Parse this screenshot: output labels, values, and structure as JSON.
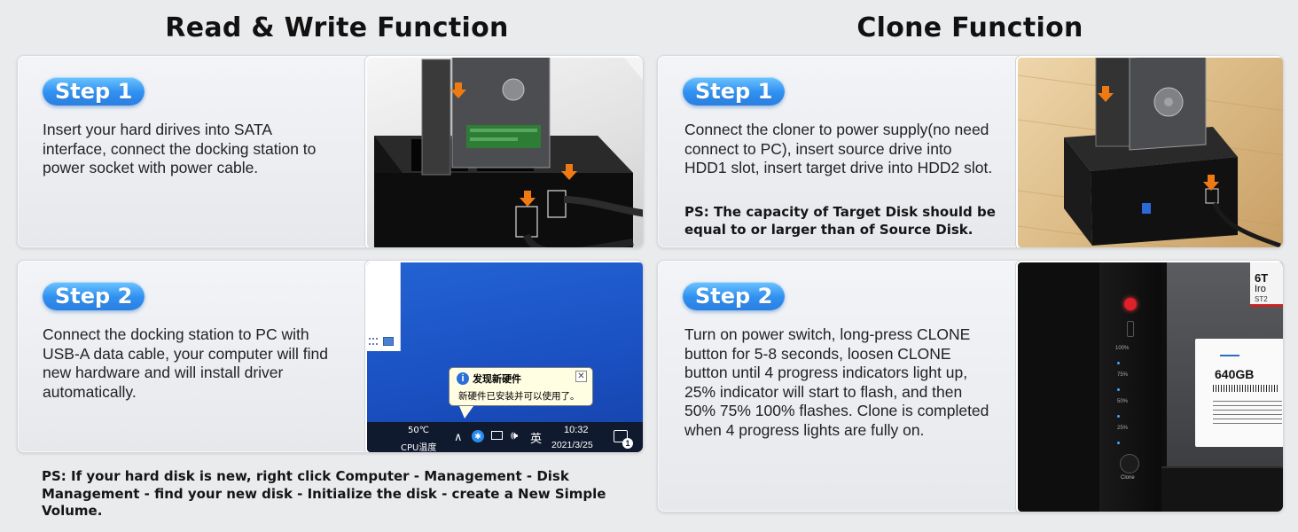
{
  "read_write": {
    "title": "Read & Write Function",
    "step1": {
      "label": "Step 1",
      "text": "Insert your hard dirives into SATA interface, connect the docking station to power socket with power cable."
    },
    "step2": {
      "label": "Step 2",
      "text": "Connect the docking station to PC with USB-A data cable, your computer will find new hardware and will install driver automatically."
    },
    "note": "PS: If your hard disk is new, right click Computer - Management - Disk Management - find your new disk - Initialize the disk - create a New Simple Volume."
  },
  "clone": {
    "title": "Clone Function",
    "step1": {
      "label": "Step 1",
      "text": "Connect the cloner to power supply(no need connect to PC), insert source drive into HDD1 slot, insert target drive into HDD2 slot.",
      "ps": "PS: The capacity of Target Disk should be equal to or larger than of Source Disk."
    },
    "step2": {
      "label": "Step 2",
      "text": "Turn on power switch, long-press CLONE button for 5-8 seconds, loosen CLONE button until 4 progress indicators light up, 25% indicator will start to flash, and then 50% 75% 100% flashes. Clone is completed when 4 progress lights are fully on."
    }
  },
  "desktop": {
    "popup_title": "发现新硬件",
    "popup_body": "新硬件已安装并可以使用了。",
    "cpu_temp": "50℃",
    "cpu_label": "CPU温度",
    "ime": "英",
    "time": "10:32",
    "date": "2021/3/25",
    "notify_count": "1"
  },
  "dock_labels": {
    "p100": "100%",
    "p75": "75%",
    "p50": "50%",
    "p25": "25%",
    "clone_btn": "Clone"
  },
  "disk_label": {
    "capacity": "640GB",
    "top_text": "6T",
    "brand_frag": "Iro",
    "model_frag": "ST2"
  },
  "colors": {
    "accent_blue": "#2f8ff0",
    "arrow_orange": "#f07a12",
    "desktop_blue": "#1a56c8"
  }
}
